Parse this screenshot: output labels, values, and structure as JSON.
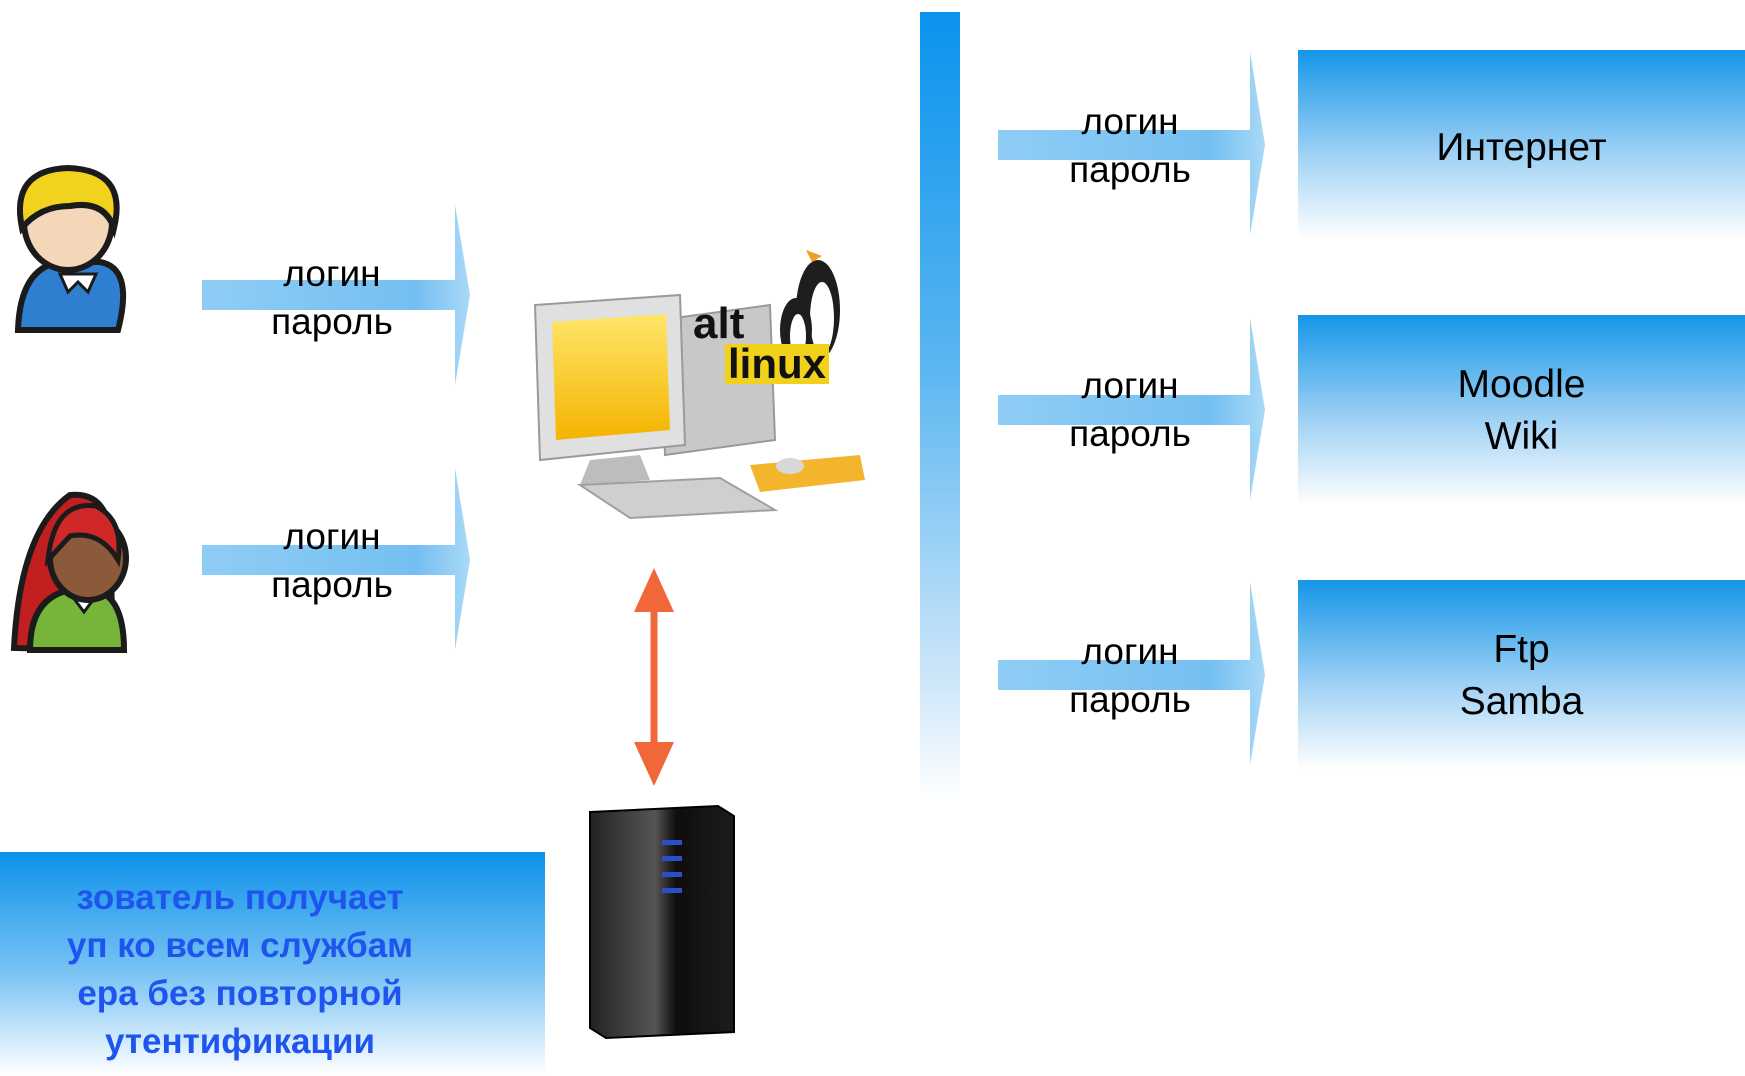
{
  "arrows": [
    {
      "id": "user1",
      "line1": "логин",
      "line2": "пароль"
    },
    {
      "id": "user2",
      "line1": "логин",
      "line2": "пароль"
    },
    {
      "id": "svc1",
      "line1": "логин",
      "line2": "пароль"
    },
    {
      "id": "svc2",
      "line1": "логин",
      "line2": "пароль"
    },
    {
      "id": "svc3",
      "line1": "логин",
      "line2": "пароль"
    }
  ],
  "services": [
    {
      "lines": [
        "Интернет"
      ]
    },
    {
      "lines": [
        "Moodle",
        "Wiki"
      ]
    },
    {
      "lines": [
        "Ftp",
        "Samba"
      ]
    }
  ],
  "logo": {
    "line1": "alt",
    "line2": "linux"
  },
  "note": {
    "lines": [
      "зователь получает",
      "уп ко всем службам",
      "ера без повторной",
      "утентификации"
    ]
  },
  "colors": {
    "arrow_blue": "#7cc3f2",
    "double_arrow": "#f0683a",
    "note_text": "#1f55ee",
    "accent_blue": "#1596e8"
  }
}
